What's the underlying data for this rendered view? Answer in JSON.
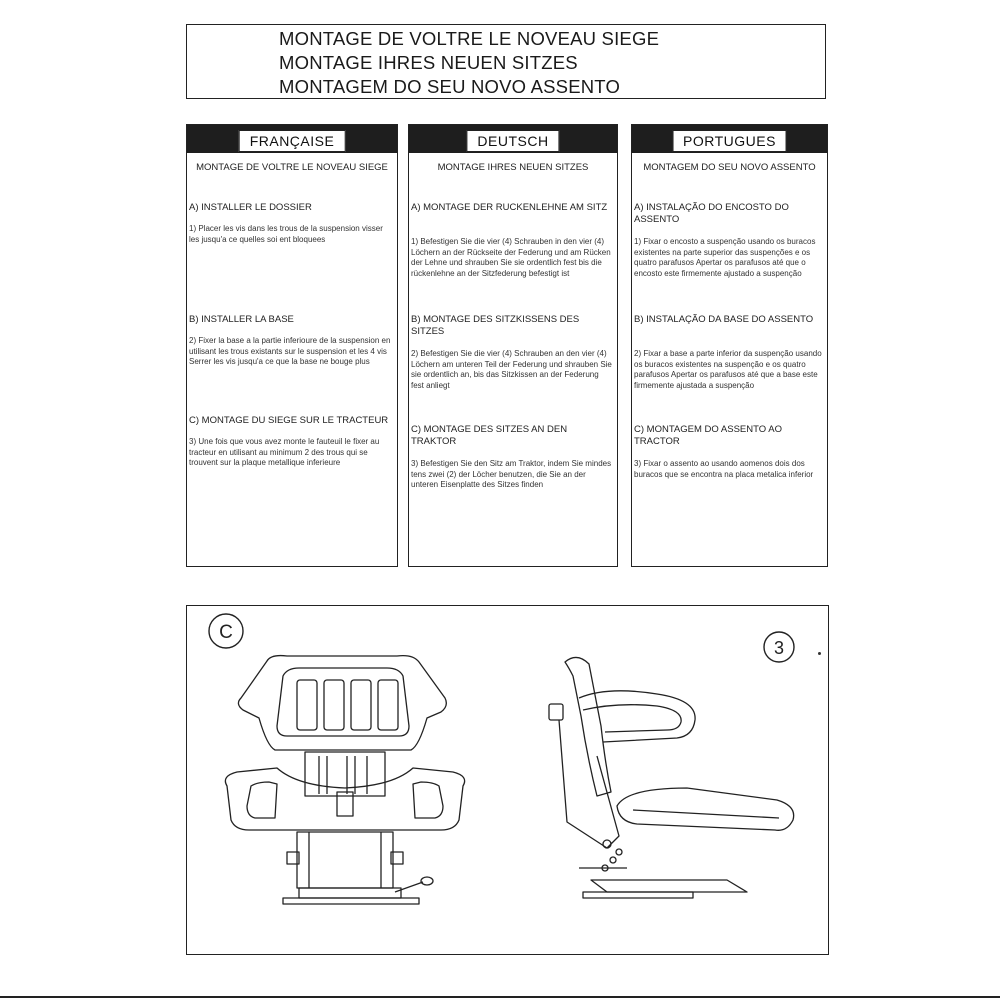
{
  "title": {
    "line1": "MONTAGE DE VOLTRE LE NOVEAU SIEGE",
    "line2": "MONTAGE IHRES NEUEN SITZES",
    "line3": "MONTAGEM DO SEU NOVO ASSENTO"
  },
  "columns": [
    {
      "language": "FRANÇAISE",
      "heading": "MONTAGE DE VOLTRE LE NOVEAU SIEGE",
      "sections": [
        {
          "title": "A) INSTALLER LE DOSSIER",
          "body": "1) Placer les vis dans les trous de la suspension visser les jusqu'a ce quelles soi ent bloquees"
        },
        {
          "title": "B) INSTALLER LA BASE",
          "body": "2) Fixer la base a la partie inferioure de la suspension en utilisant les trous existants sur le suspension et les 4 vis Serrer les vis jusqu'a ce que la base ne bouge plus"
        },
        {
          "title": "C) MONTAGE DU SIEGE SUR LE TRACTEUR",
          "body": "3) Une fois que vous avez monte le fauteuil le fixer au tracteur en utilisant au minimum 2 des trous qui se trouvent sur la plaque metallique inferieure"
        }
      ]
    },
    {
      "language": "DEUTSCH",
      "heading": "MONTAGE IHRES NEUEN SITZES",
      "sections": [
        {
          "title": "A) MONTAGE DER RUCKENLEHNE AM SITZ",
          "body": "1) Befestigen Sie die vier (4) Schrauben in den vier (4) Löchern an der Rückseite der Federung und am Rücken der Lehne und shrauben Sie sie ordentlich fest bis die rückenlehne an der Sitzfederung befestigt ist"
        },
        {
          "title": "B) MONTAGE DES SITZKISSENS DES SITZES",
          "body": "2) Befestigen Sie die vier (4) Schrauben an den vier (4) Löchern am unteren Teil der Federung und shrauben Sie sie ordentlich an, bis das Sitzkissen an der Federung fest anliegt"
        },
        {
          "title": "C) MONTAGE DES SITZES AN DEN TRAKTOR",
          "body": "3) Befestigen Sie den Sitz am Traktor, indem Sie mindes tens zwei (2) der Löcher benutzen, die Sie an der unteren Eisenplatte des Sitzes finden"
        }
      ]
    },
    {
      "language": "PORTUGUES",
      "heading": "MONTAGEM DO SEU NOVO ASSENTO",
      "sections": [
        {
          "title": "A) INSTALAÇÃO DO ENCOSTO DO ASSENTO",
          "body": "1) Fixar o encosto a suspenção usando os buracos existentes na parte superior das suspenções e os quatro parafusos Apertar os parafusos até que o encosto este firmemente ajustado a suspenção"
        },
        {
          "title": "B) INSTALAÇÃO DA BASE DO ASSENTO",
          "body": "2) Fixar a base a parte inferior da suspenção usando os buracos existentes na suspenção e os quatro parafusos Apertar os parafusos até que a base este firmemente ajustada a suspenção"
        },
        {
          "title": "C) MONTAGEM DO ASSENTO AO TRACTOR",
          "body": "3) Fixar o assento ao usando aomenos dois dos buracos que se encontra na placa metalica inferior"
        }
      ]
    }
  ],
  "diagram": {
    "label_left": "C",
    "label_right": "3"
  }
}
